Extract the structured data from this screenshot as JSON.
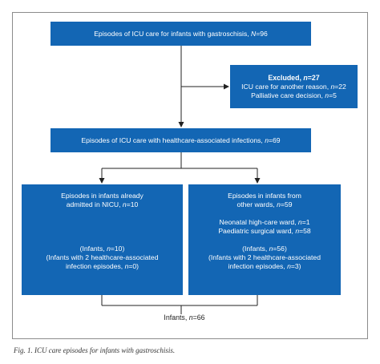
{
  "boxes": {
    "top": {
      "text": "Episodes of ICU care for infants with gastroschisis, ",
      "n_label": "N",
      "n_value": "=96"
    },
    "excluded": {
      "title": "Excluded, ",
      "title_n": "n",
      "title_value": "=27",
      "items": [
        {
          "text": "ICU care for another reason, ",
          "n": "n",
          "value": "=22"
        },
        {
          "text": "Palliative care decision, ",
          "n": "n",
          "value": "=5"
        }
      ]
    },
    "hai": {
      "text": "Episodes of ICU care with healthcare-associated infections, ",
      "n": "n",
      "value": "=69"
    },
    "nicu": {
      "line1": "Episodes in infants already",
      "line2_text": "admitted in NICU, ",
      "line2_n": "n",
      "line2_value": "=10",
      "infants_text": "(Infants, ",
      "infants_n": "n",
      "infants_value": "=10)",
      "repeat_line1": "(Infants with 2 healthcare-associated",
      "repeat_line2_text": "infection episodes, ",
      "repeat_line2_n": "n",
      "repeat_line2_value": "=0)"
    },
    "wards": {
      "line1": "Episodes in infants from",
      "line2_text": "other wards, ",
      "line2_n": "n",
      "line2_value": "=59",
      "sub1_text": "Neonatal high-care ward, ",
      "sub1_n": "n",
      "sub1_value": "=1",
      "sub2_text": "Paediatric surgical ward, ",
      "sub2_n": "n",
      "sub2_value": "=58",
      "infants_text": "(Infants, ",
      "infants_n": "n",
      "infants_value": "=56)",
      "repeat_line1": "(Infants with 2 healthcare-associated",
      "repeat_line2_text": "infection episodes, ",
      "repeat_line2_n": "n",
      "repeat_line2_value": "=3)"
    }
  },
  "total": {
    "text": "Infants, ",
    "n": "n",
    "value": "=66"
  },
  "caption": "Fig. 1. ICU care episodes for infants with gastroschisis.",
  "colors": {
    "box_fill": "#1366b4",
    "box_text": "#ffffff",
    "connector": "#222222",
    "frame": "#8c8c8c"
  }
}
